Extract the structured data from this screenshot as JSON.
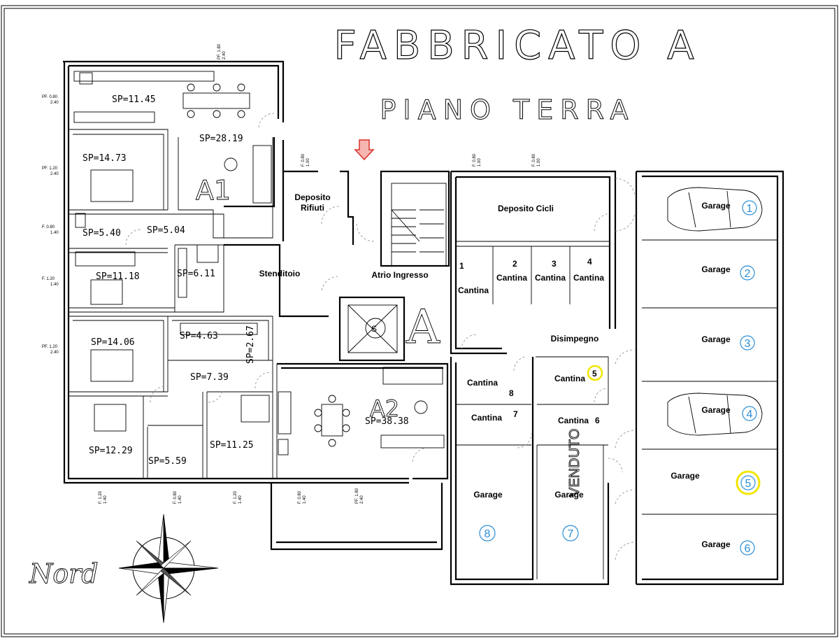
{
  "title": "FABBRICATO A",
  "subtitle": "PIANO TERRA",
  "compass": "Nord",
  "apartments": [
    {
      "id": "A1"
    },
    {
      "id": "A2"
    }
  ],
  "big_letter": "A",
  "areas": [
    {
      "key": "a1",
      "text": "SP=11.45"
    },
    {
      "key": "a2",
      "text": "SP=28.19"
    },
    {
      "key": "a3",
      "text": "SP=14.73"
    },
    {
      "key": "a4",
      "text": "SP=5.40"
    },
    {
      "key": "a5",
      "text": "SP=5.04"
    },
    {
      "key": "a6",
      "text": "SP=6.11"
    },
    {
      "key": "a7",
      "text": "SP=11.18"
    },
    {
      "key": "a8",
      "text": "SP=14.06"
    },
    {
      "key": "a9",
      "text": "SP=4.63"
    },
    {
      "key": "a10",
      "text": "SP=2.67"
    },
    {
      "key": "a11",
      "text": "SP=7.39"
    },
    {
      "key": "a12",
      "text": "SP=38.38"
    },
    {
      "key": "a13",
      "text": "SP=12.29"
    },
    {
      "key": "a14",
      "text": "SP=5.59"
    },
    {
      "key": "a15",
      "text": "SP=11.25"
    }
  ],
  "rooms": [
    {
      "key": "deposito_rifiuti_1",
      "text": "Deposito"
    },
    {
      "key": "deposito_rifiuti_2",
      "text": "Rifiuti"
    },
    {
      "key": "stenditoio",
      "text": "Stenditoio"
    },
    {
      "key": "atrio",
      "text": "Atrio Ingresso"
    },
    {
      "key": "deposito_cicli",
      "text": "Deposito Cicli"
    },
    {
      "key": "disimpegno",
      "text": "Disimpegno"
    }
  ],
  "cantine": [
    {
      "num": "1",
      "label": "Cantina"
    },
    {
      "num": "2",
      "label": "Cantina"
    },
    {
      "num": "3",
      "label": "Cantina"
    },
    {
      "num": "4",
      "label": "Cantina"
    },
    {
      "num": "5",
      "label": "Cantina"
    },
    {
      "num": "6",
      "label": "Cantina"
    },
    {
      "num": "7",
      "label": "Cantina"
    },
    {
      "num": "8",
      "label": "Cantina"
    }
  ],
  "garages": [
    {
      "num": "1",
      "label": "Garage"
    },
    {
      "num": "2",
      "label": "Garage"
    },
    {
      "num": "3",
      "label": "Garage"
    },
    {
      "num": "4",
      "label": "Garage"
    },
    {
      "num": "5",
      "label": "Garage"
    },
    {
      "num": "6",
      "label": "Garage"
    },
    {
      "num": "7",
      "label": "Garage"
    },
    {
      "num": "8",
      "label": "Garage"
    }
  ],
  "sold_stamp": "VENDUTO",
  "highlight_color": "#f2e600",
  "garage_number_color": "#2b8fd6",
  "entrance_arrow_color": "#d9302a",
  "window_tags": [
    {
      "key": "w1a",
      "text": "PF. 0.80"
    },
    {
      "key": "w1b",
      "text": "2.40"
    },
    {
      "key": "w2a",
      "text": "PF. 1.20"
    },
    {
      "key": "w2b",
      "text": "2.40"
    },
    {
      "key": "w3a",
      "text": "F. 0.80"
    },
    {
      "key": "w3b",
      "text": "1.40"
    },
    {
      "key": "w4a",
      "text": "F. 1.20"
    },
    {
      "key": "w4b",
      "text": "1.40"
    },
    {
      "key": "w5a",
      "text": "PF. 1.20"
    },
    {
      "key": "w5b",
      "text": "2.40"
    },
    {
      "key": "w6a",
      "text": "PF. 1.80"
    },
    {
      "key": "w6b",
      "text": "2.40"
    },
    {
      "key": "w7a",
      "text": "F. 0.80"
    },
    {
      "key": "w7b",
      "text": "1.00"
    },
    {
      "key": "w8a",
      "text": "F. 0.80"
    },
    {
      "key": "w8b",
      "text": "1.00"
    },
    {
      "key": "w9a",
      "text": "F. 0.80"
    },
    {
      "key": "w9b",
      "text": "1.00"
    },
    {
      "key": "w10a",
      "text": "F. 1.20"
    },
    {
      "key": "w10b",
      "text": "1.40"
    },
    {
      "key": "w11a",
      "text": "F. 0.80"
    },
    {
      "key": "w11b",
      "text": "1.40"
    },
    {
      "key": "w12a",
      "text": "F. 1.20"
    },
    {
      "key": "w12b",
      "text": "1.40"
    },
    {
      "key": "w13a",
      "text": "F. 0.80"
    },
    {
      "key": "w13b",
      "text": "1.40"
    },
    {
      "key": "w14a",
      "text": "PF. 1.80"
    },
    {
      "key": "w14b",
      "text": "2.40"
    }
  ]
}
